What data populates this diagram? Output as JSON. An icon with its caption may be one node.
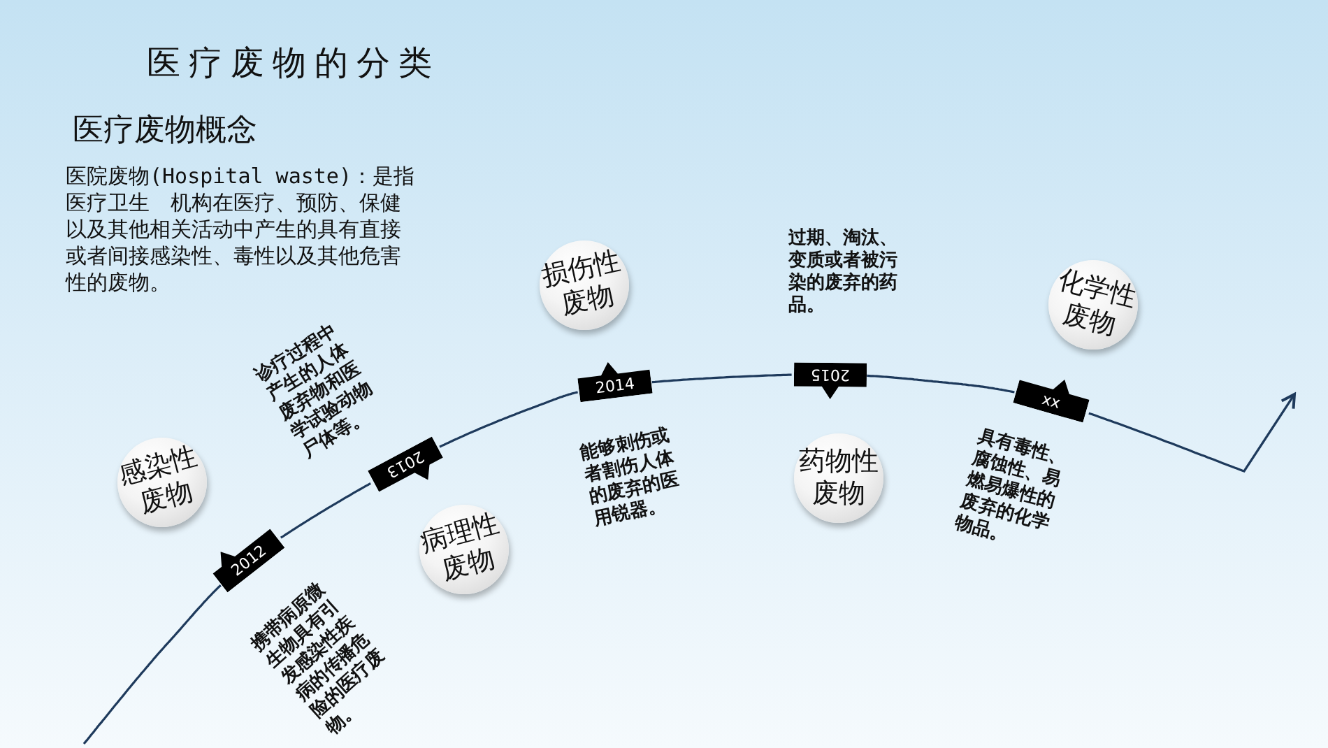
{
  "diagram": {
    "title": "医疗废物的分类",
    "nodes": [
      {
        "text": [
          "感染性废物"
        ]
      },
      {
        "text": [
          "2012"
        ],
        "beside": [
          "携带病原微生物具有引发感染性疾病的传播危险的医疗废物。"
        ]
      },
      {
        "text": [
          "病理性废物"
        ]
      },
      {
        "text": [
          "2013"
        ],
        "beside": [
          "诊疗过程中产生的人体废弃物和医学试验动物尸体等。"
        ]
      },
      {
        "text": [
          "损伤性废物"
        ]
      },
      {
        "text": [
          "2014"
        ],
        "beside": [
          "能够刺伤或者割伤人体的废弃的医用锐器。"
        ]
      },
      {
        "text": [
          "药物性废物"
        ]
      },
      {
        "text": [
          "2015"
        ],
        "beside": [
          "过期、淘汰、变质或者被污染的废弃的药品。"
        ]
      },
      {
        "text": [
          "化学性废物"
        ]
      },
      {
        "text": [
          "xx"
        ],
        "beside": [
          "具有毒性、腐蚀性、易燃易爆性的废弃的化学物品。"
        ]
      }
    ],
    "edges": [
      {
        "from": null,
        "to": 1,
        "arrow": "none"
      },
      {
        "from": 1,
        "to": 3,
        "arrow": "none"
      },
      {
        "from": 3,
        "to": 5,
        "arrow": "none"
      },
      {
        "from": 5,
        "to": 7,
        "arrow": "none"
      },
      {
        "from": 7,
        "to": 9,
        "arrow": "none"
      },
      {
        "from": 9,
        "to": null,
        "arrow": "to"
      }
    ],
    "labels": [
      "医疗废物概念",
      "医院废物(Hospital waste)：是指医疗卫生　机构在医疗、预防、保健以及其他相关活动中产生的具有直接或者间接感染性、毒性以及其他危害性的废物。"
    ]
  }
}
